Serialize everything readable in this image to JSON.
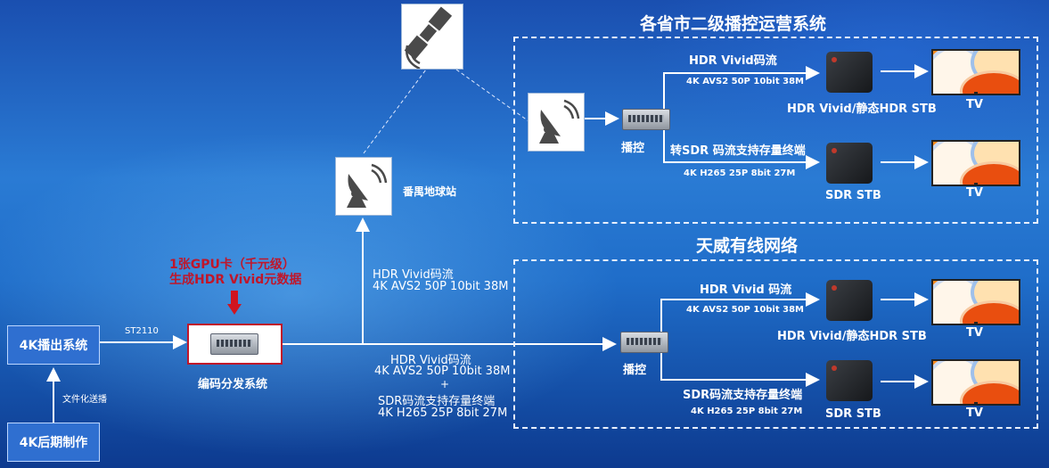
{
  "boxes": {
    "playout": "4K播出系统",
    "post": "4K后期制作"
  },
  "labels": {
    "st2110": "ST2110",
    "file_send": "文件化送播",
    "encoder": "编码分发系统",
    "gpu_line1": "1张GPU卡（千元级）",
    "gpu_line2": "生成HDR Vivid元数据",
    "earth_station": "番禺地球站",
    "uplink_line1": "HDR Vivid码流",
    "uplink_line2": "4K AVS2  50P 10bit 38M",
    "main_line1": "HDR Vivid码流",
    "main_line2": "4K AVS2  50P 10bit 38M",
    "main_plus": "+",
    "main_line3": "SDR码流支持存量终端",
    "main_line4": "4K H265 25P 8bit 27M"
  },
  "top_region": {
    "title": "各省市二级播控运营系统",
    "control": "播控",
    "hdr_stream": "HDR Vivid码流",
    "hdr_spec": "4K AVS2  50P 10bit 38M",
    "sdr_stream": "转SDR 码流支持存量终端",
    "sdr_spec": "4K H265 25P 8bit 27M",
    "hdr_stb": "HDR Vivid/静态HDR STB",
    "sdr_stb": "SDR STB",
    "tv1": "TV",
    "tv2": "TV"
  },
  "bottom_region": {
    "title": "天威有线网络",
    "control": "播控",
    "hdr_stream": "HDR Vivid 码流",
    "hdr_spec": "4K AVS2  50P 10bit 38M",
    "sdr_stream": "SDR码流支持存量终端",
    "sdr_spec": "4K H265 25P 8bit 27M",
    "hdr_stb": "HDR Vivid/静态HDR STB",
    "sdr_stb": "SDR STB",
    "tv1": "TV",
    "tv2": "TV"
  },
  "icons": [
    "satellite-icon",
    "satellite-dish-icon",
    "server-icon",
    "set-top-box-icon",
    "tv-icon",
    "arrow-down-icon"
  ],
  "colors": {
    "gpu_text": "#c0162a",
    "box_fill": "#2f6fd0",
    "line": "#ffffff"
  }
}
